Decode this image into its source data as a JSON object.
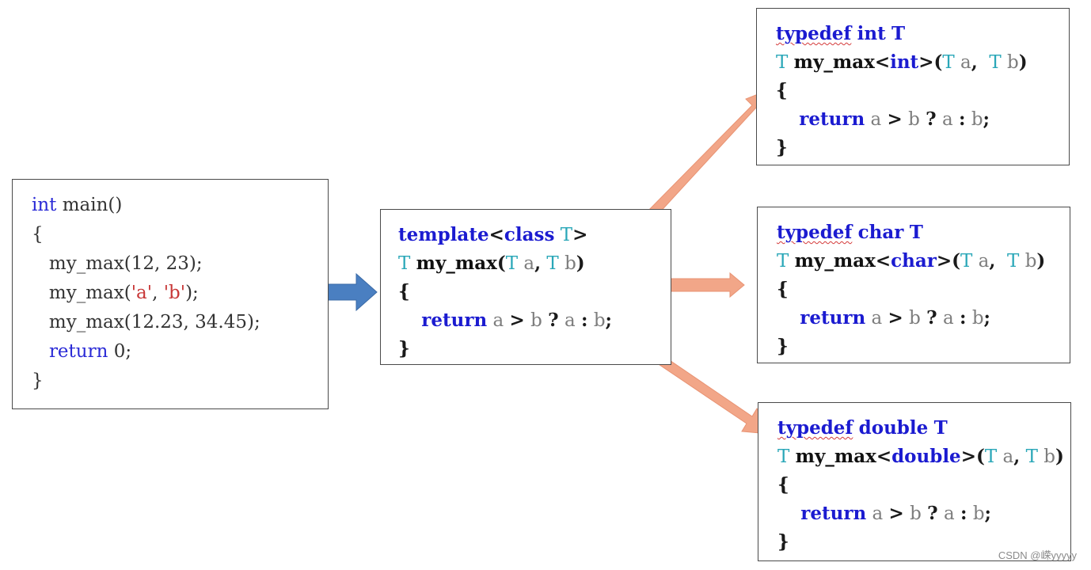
{
  "main_box": {
    "line1_kw": "int",
    "line1_rest": " main()",
    "line2": "{",
    "line3": "   my_max(12, 23);",
    "line4_a": "   my_max(",
    "line4_str1": "'a'",
    "line4_b": ", ",
    "line4_str2": "'b'",
    "line4_c": ");",
    "line5": "   my_max(12.23, 34.45);",
    "line6_indent": "   ",
    "line6_kw": "return",
    "line6_rest": " 0;",
    "line7": "}"
  },
  "template_box": {
    "kw_template": "template",
    "lt": "<",
    "kw_class": "class",
    "type_T": "T",
    "gt": ">",
    "fn_name": "my_max",
    "param_open": "(",
    "param_a": "a",
    "comma": ",",
    "param_b": "b",
    "param_close": ")",
    "brace_open": "{",
    "kw_return": "return",
    "expr_gt": ">",
    "expr_q": "?",
    "expr_colon": ":",
    "semicolon": ";",
    "brace_close": "}"
  },
  "instances": [
    {
      "typedef_kw": "typedef",
      "type_name": "int",
      "type_T": "T",
      "fn_name": "my_max",
      "template_arg": "int",
      "lt": "<",
      "gt": ">"
    },
    {
      "typedef_kw": "typedef",
      "type_name": "char",
      "type_T": "T",
      "fn_name": "my_max",
      "template_arg": "char",
      "lt": "<",
      "gt": ">"
    },
    {
      "typedef_kw": "typedef",
      "type_name": "double",
      "type_T": "T",
      "fn_name": "my_max",
      "template_arg": "double",
      "lt": "<",
      "gt": ">"
    }
  ],
  "instance_common": {
    "param_open": "(",
    "param_a": "a",
    "comma": ",",
    "param_b": "b",
    "param_close": ")",
    "brace_open": "{",
    "kw_return": "return",
    "expr_gt": ">",
    "expr_q": "?",
    "expr_colon": ":",
    "semicolon": ";",
    "brace_close": "}"
  },
  "watermark": "CSDN @嵘yyyyy",
  "colors": {
    "blue_arrow": "#4a7fc1",
    "orange_arrow": "#f2a688",
    "keyword": "#2a2ad6",
    "type": "#2aa7b8",
    "string": "#c83838"
  }
}
